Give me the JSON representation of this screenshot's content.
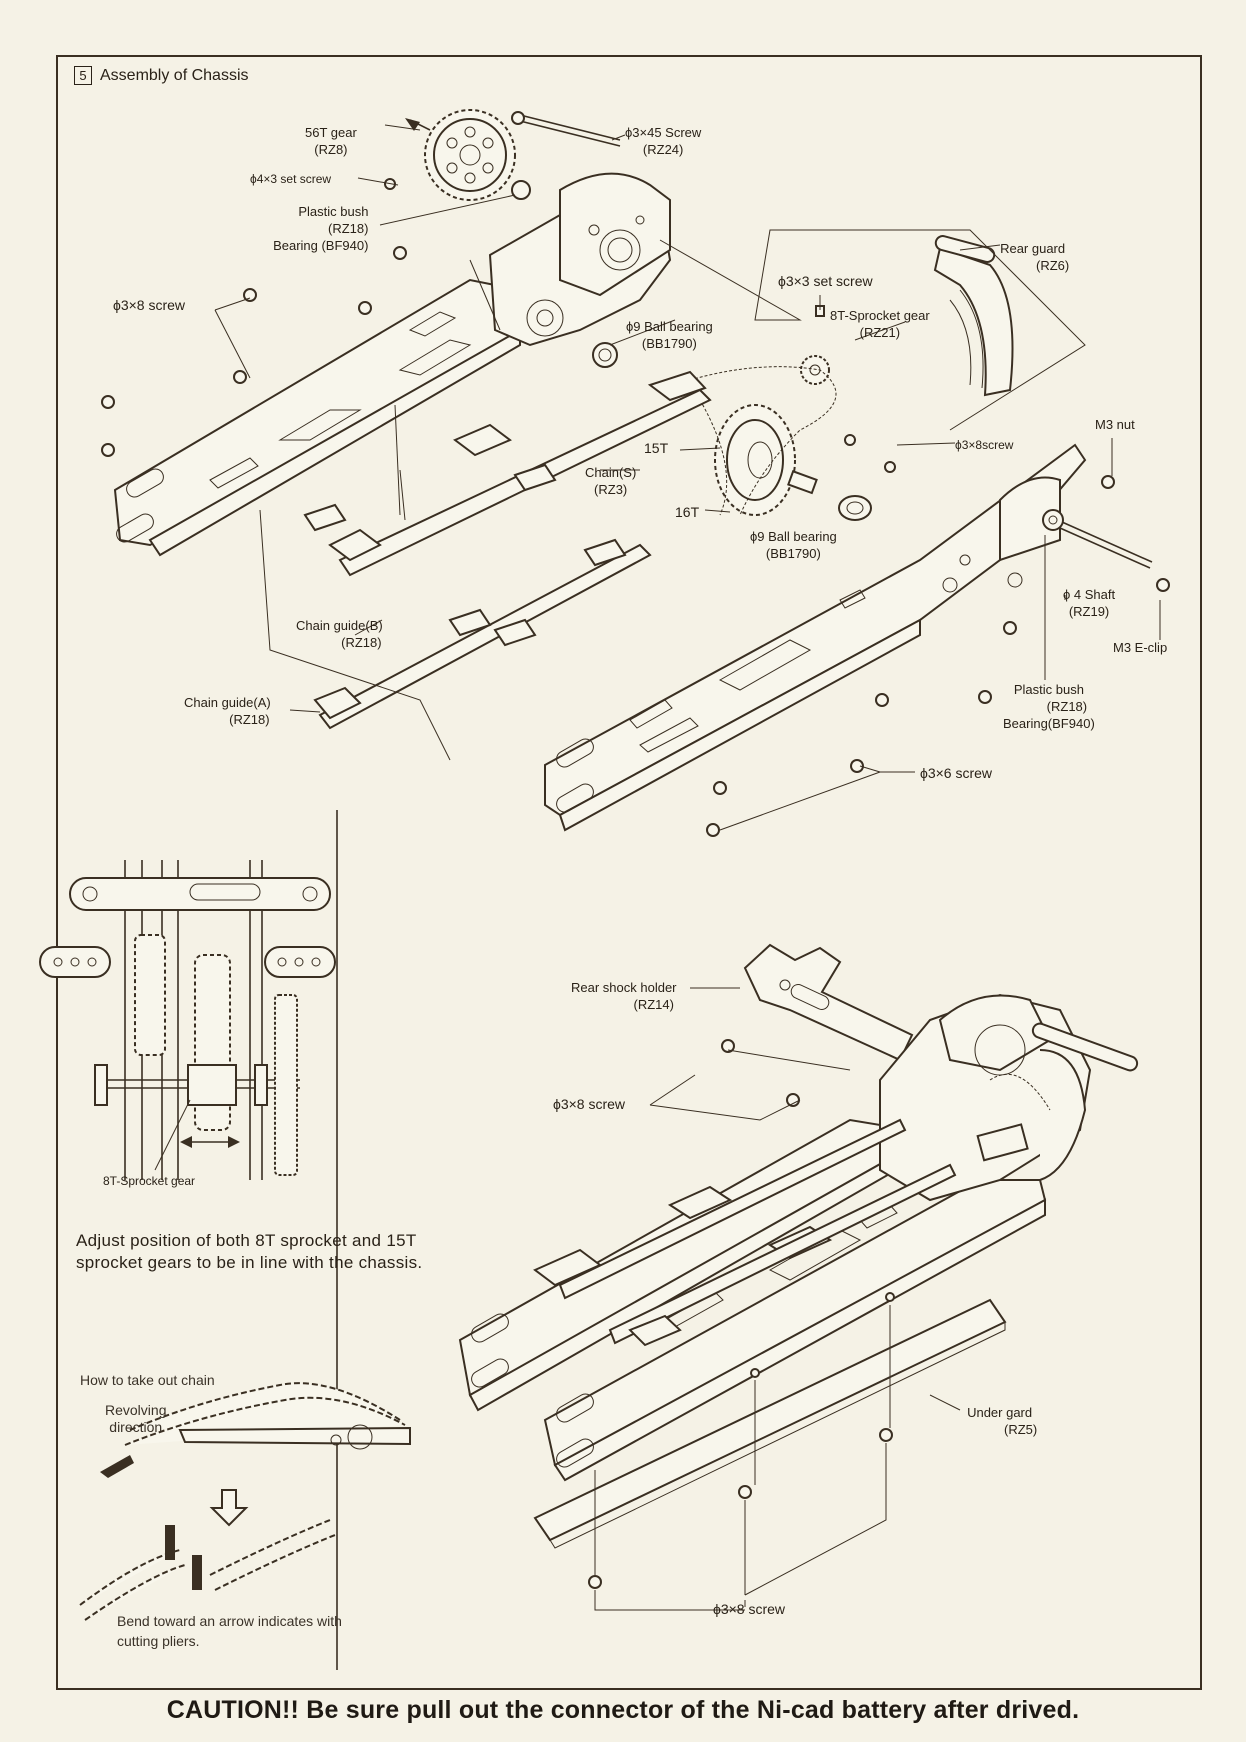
{
  "section": {
    "number": "5",
    "title": "Assembly of Chassis"
  },
  "labels": {
    "gear56": [
      "56T gear",
      "(RZ8)"
    ],
    "screw345": [
      "ϕ3×45 Screw",
      "(RZ24)"
    ],
    "setscrew43": "ϕ4×3 set screw",
    "plasticBushTop": [
      "Plastic bush",
      "(RZ18)",
      "Bearing (BF940)"
    ],
    "rearGuard": [
      "Rear guard",
      "(RZ6)"
    ],
    "setscrew33": "ϕ3×3 set screw",
    "sprocket8T": [
      "8T-Sprocket gear",
      "(RZ21)"
    ],
    "screw38Left": "ϕ3×8 screw",
    "ballBearingTop": [
      "ϕ9 Ball bearing",
      "(BB1790)"
    ],
    "t15": "15T",
    "chainS": [
      "Chain(S)",
      "(RZ3)"
    ],
    "t16": "16T",
    "ballBearingMid": [
      "ϕ9 Ball bearing",
      "(BB1790)"
    ],
    "screw38Right": "ϕ3×8screw",
    "m3nut": "M3 nut",
    "shaft4": [
      "ϕ 4 Shaft",
      "(RZ19)"
    ],
    "m3clip": "M3 E-clip",
    "chainGuideB": [
      "Chain guide(B)",
      "(RZ18)"
    ],
    "chainGuideA": [
      "Chain guide(A)",
      "(RZ18)"
    ],
    "plasticBushRight": [
      "Plastic bush",
      "(RZ18)",
      "Bearing(BF940)"
    ],
    "screw36": "ϕ3×6 screw",
    "rearShock": [
      "Rear shock holder",
      "(RZ14)"
    ],
    "screw38Shock": "ϕ3×8 screw",
    "sprocketDetail": "8T-Sprocket gear",
    "underGuard": [
      "Under gard",
      "(RZ5)"
    ],
    "screw38Bottom": "ϕ3×8 screw"
  },
  "note": "Adjust position of both 8T sprocket and 15T sprocket gears to be in line with the chassis.",
  "chain": {
    "title": "How to take out chain",
    "direction": [
      "Revolving",
      "direction"
    ],
    "instruction": [
      "Bend toward an arrow indicates with",
      "cutting pliers."
    ]
  },
  "caution": "CAUTION!! Be sure pull out the connector of the Ni-cad battery after drived."
}
